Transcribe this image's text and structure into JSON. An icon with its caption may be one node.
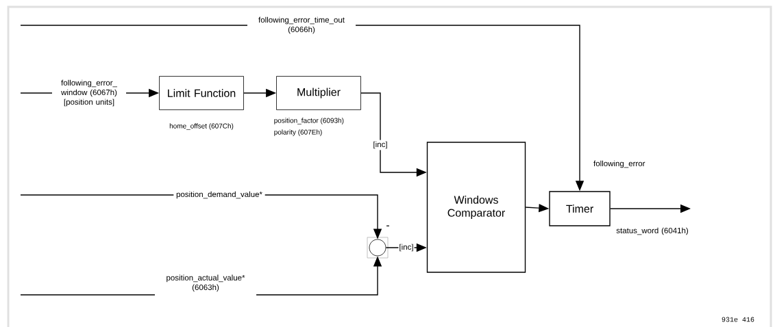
{
  "diagram": {
    "nodes": [
      {
        "text": [
          "following_error_time_out (6066h)"
        ]
      },
      {
        "text": [
          "following_error_ window (6067h) [position units]"
        ]
      },
      {
        "text": [
          "Limit Function"
        ],
        "beside": [
          "home_offset (607Ch)"
        ]
      },
      {
        "text": [
          "Multiplier"
        ],
        "beside": [
          "position_factor (6093h)",
          "polarity (607Eh)"
        ]
      },
      {
        "text": [
          "position_demand_value*"
        ]
      },
      {
        "text": [
          "position_actual_value* (6063h)"
        ]
      },
      {
        "text": [],
        "shape": "circle",
        "beside": [
          "-"
        ]
      },
      {
        "text": [
          "Windows Comparator"
        ]
      },
      {
        "text": [
          "Timer"
        ]
      }
    ],
    "edges": [
      {
        "from": null,
        "to": 0,
        "arrow": "none"
      },
      {
        "from": 0,
        "to": 8,
        "arrow": "to",
        "label": "following_error"
      },
      {
        "from": null,
        "to": 1,
        "arrow": "none"
      },
      {
        "from": 1,
        "to": 2,
        "arrow": "to"
      },
      {
        "from": 2,
        "to": 3,
        "arrow": "to"
      },
      {
        "from": 3,
        "to": 7,
        "arrow": "to",
        "label": "[inc]"
      },
      {
        "from": null,
        "to": 4,
        "arrow": "none"
      },
      {
        "from": 4,
        "to": 6,
        "arrow": "to"
      },
      {
        "from": null,
        "to": 5,
        "arrow": "none"
      },
      {
        "from": 5,
        "to": 6,
        "arrow": "to"
      },
      {
        "from": 6,
        "to": 7,
        "arrow": "to",
        "label": "[inc]"
      },
      {
        "from": 7,
        "to": 8,
        "arrow": "to"
      },
      {
        "from": 8,
        "to": null,
        "arrow": "to",
        "label": "status_word (6041h)"
      }
    ],
    "labels": [
      "931e 416"
    ]
  }
}
